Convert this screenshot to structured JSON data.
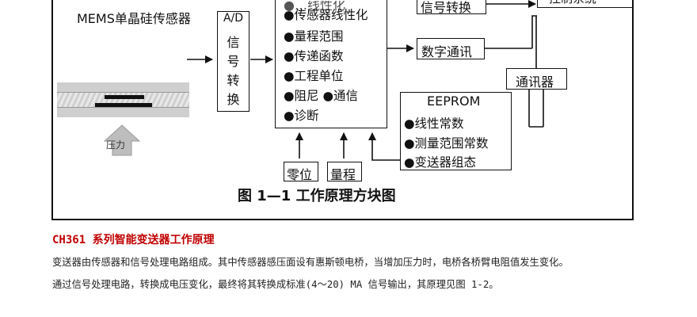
{
  "diagram": {
    "mems_label": "MEMS单晶硅传感器",
    "ad_box": [
      "A/D",
      "信",
      "号",
      "转",
      "换"
    ],
    "processor_items": [
      "●传感器线性化",
      "●量程范围",
      "●传递函数",
      "●工程单位",
      "●阻尼 ●通信",
      "●诊断"
    ],
    "processor_top_partial": "●…线性化",
    "signal_convert": "信号转换",
    "control_system": "控制系统",
    "digital_comm": "数字通讯",
    "comm_device": "通讯器",
    "eeprom": {
      "title": "EEPROM",
      "items": [
        "●线性常数",
        "●测量范围常数",
        "●变送器组态"
      ]
    },
    "zero_label": "零位",
    "range_label": "量程",
    "pressure_label": "压力",
    "caption": "图 1—1  工作原理方块图"
  },
  "text": {
    "heading": "CH361 系列智能变送器工作原理",
    "line1": "变送器由传感器和信号处理电路组成。其中传感器感压面设有惠斯顿电桥，当增加压力时，电桥各桥臂电阻值发生变化。",
    "line2": "通过信号处理电路，转换成电压变化，最终将其转换成标准(4～20) MA 信号输出，其原理见图 1-2。"
  },
  "colors": {
    "heading": "#c00000",
    "line": "#111111",
    "gray_arrow": "#b8b8b8"
  }
}
